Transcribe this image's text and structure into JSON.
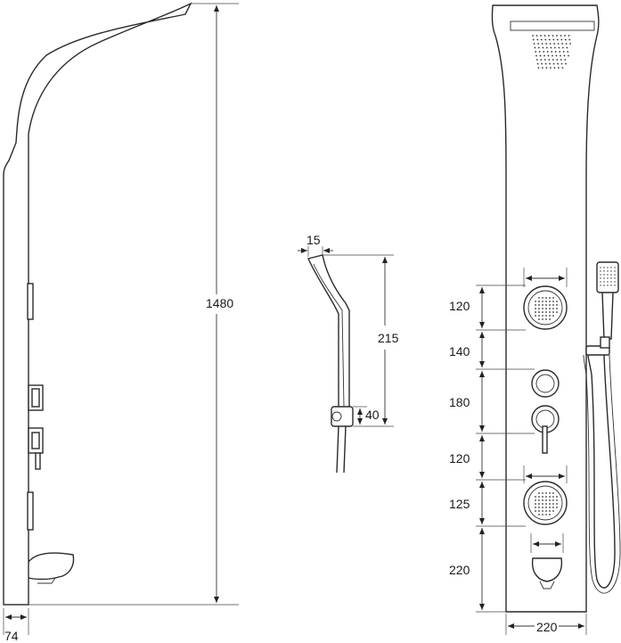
{
  "views": {
    "side": {
      "height": "1480",
      "depth": "74"
    },
    "hand_shower": {
      "top": "15",
      "length": "215",
      "holder": "40"
    },
    "front": {
      "spacings": [
        "120",
        "140",
        "180",
        "120",
        "125",
        "220"
      ],
      "width": "220"
    }
  }
}
